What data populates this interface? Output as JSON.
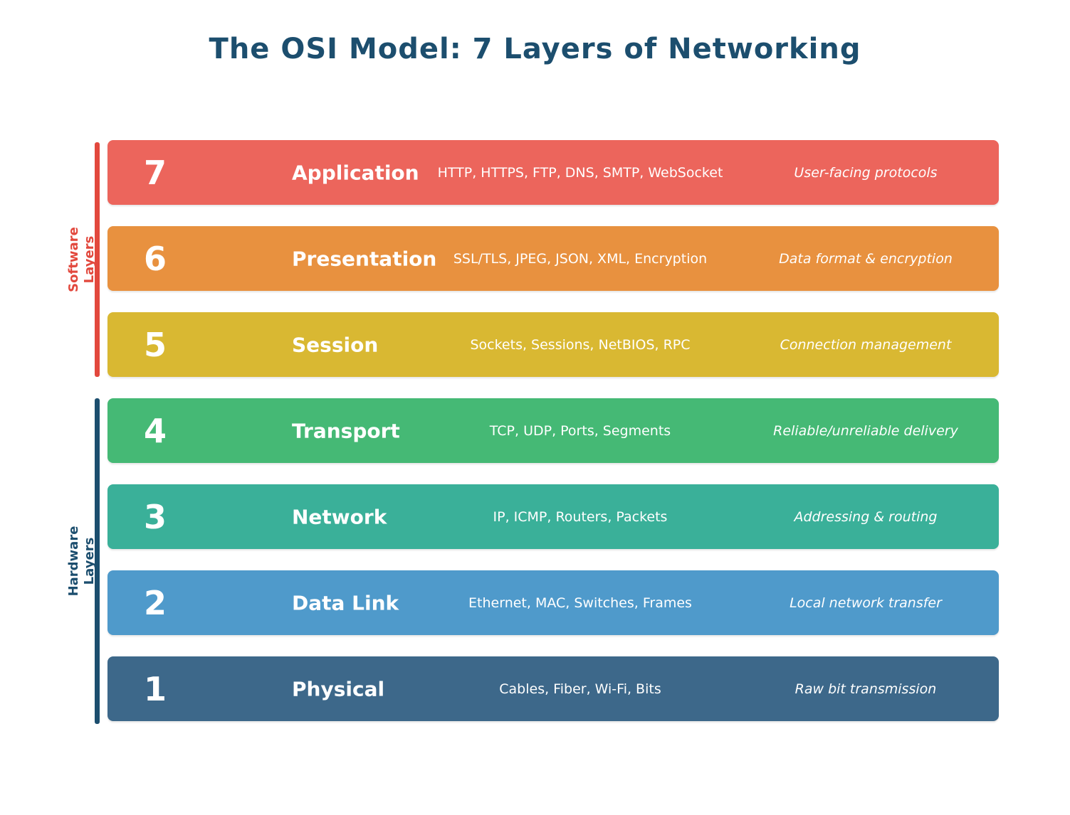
{
  "title": "The OSI Model: 7 Layers of Networking",
  "title_color": "#1C4E6E",
  "groups": {
    "software": {
      "line1": "Software",
      "line2": "Layers",
      "color": "#E2483D"
    },
    "hardware": {
      "line1": "Hardware",
      "line2": "Layers",
      "color": "#1C4E6E"
    }
  },
  "layers": [
    {
      "number": "7",
      "name": "Application",
      "protocols": "HTTP, HTTPS, FTP, DNS, SMTP, WebSocket",
      "description": "User-facing protocols",
      "color": "#EC655C"
    },
    {
      "number": "6",
      "name": "Presentation",
      "protocols": "SSL/TLS, JPEG, JSON, XML, Encryption",
      "description": "Data format & encryption",
      "color": "#E8913F"
    },
    {
      "number": "5",
      "name": "Session",
      "protocols": "Sockets, Sessions, NetBIOS, RPC",
      "description": "Connection management",
      "color": "#D9B832"
    },
    {
      "number": "4",
      "name": "Transport",
      "protocols": "TCP, UDP, Ports, Segments",
      "description": "Reliable/unreliable delivery",
      "color": "#45B975"
    },
    {
      "number": "3",
      "name": "Network",
      "protocols": "IP, ICMP, Routers, Packets",
      "description": "Addressing & routing",
      "color": "#3AB099"
    },
    {
      "number": "2",
      "name": "Data Link",
      "protocols": "Ethernet, MAC, Switches, Frames",
      "description": "Local network transfer",
      "color": "#4F9ACB"
    },
    {
      "number": "1",
      "name": "Physical",
      "protocols": "Cables, Fiber, Wi-Fi, Bits",
      "description": "Raw bit transmission",
      "color": "#3D688A"
    }
  ]
}
